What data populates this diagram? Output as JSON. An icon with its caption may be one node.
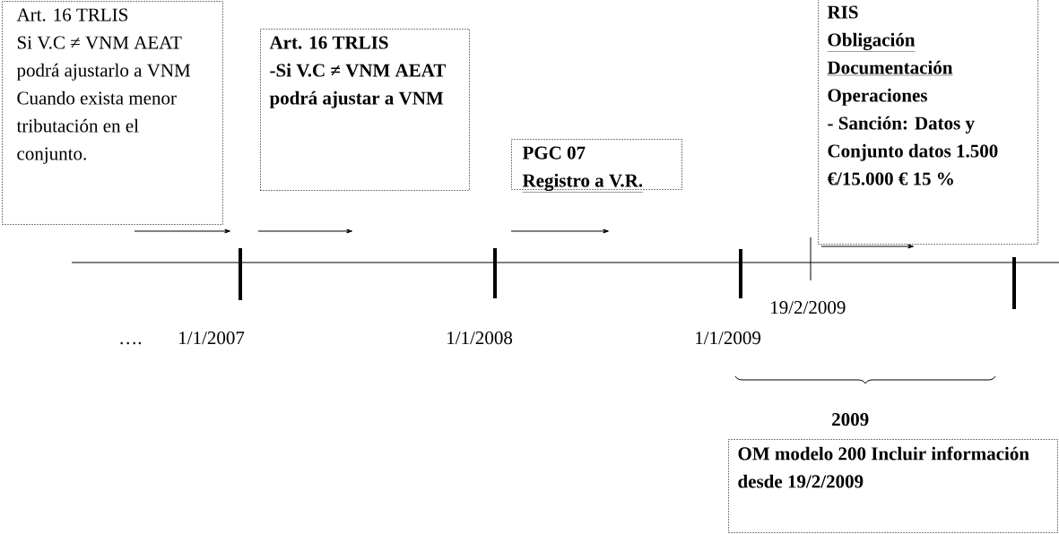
{
  "diagram": {
    "nodes": [
      {
        "text": [
          "Art. 16 TRLIS",
          "Si V.C ≠ VNM AEAT podrá ajustarlo a VNM Cuando exista menor tributación en el conjunto."
        ]
      },
      {
        "text": [
          "Art. 16 TRLIS",
          "-Si V.C ≠ VNM AEAT podrá ajustar a VNM"
        ]
      },
      {
        "text": [
          "PGC 07",
          "Registro a V.R."
        ]
      },
      {
        "text": [
          "RIS",
          "Obligación",
          "Documentación",
          "Operaciones",
          "- Sanción: Datos y Conjunto datos 1.500 €/15.000 € 15 %"
        ]
      },
      {
        "text": [
          "OM modelo 200 Incluir información desde 19/2/2009"
        ]
      }
    ],
    "labels": [
      "19/2/2009",
      "….",
      "1/1/2007",
      "1/1/2008",
      "1/1/2009",
      "2009"
    ]
  }
}
